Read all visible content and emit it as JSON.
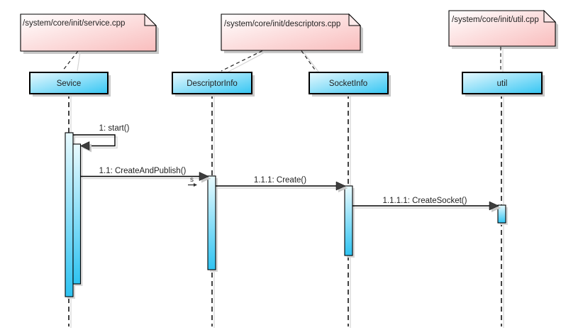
{
  "diagram": {
    "type": "uml-sequence-diagram",
    "notes": [
      {
        "text": "/system/core/init/service.cpp",
        "attached_to": "Sevice"
      },
      {
        "text": "/system/core/init/descriptors.cpp",
        "attached_to": "DescriptorInfo, SocketInfo"
      },
      {
        "text": "/system/core/init/util.cpp",
        "attached_to": "util"
      }
    ],
    "lifelines": [
      {
        "name": "Sevice"
      },
      {
        "name": "DescriptorInfo"
      },
      {
        "name": "SocketInfo"
      },
      {
        "name": "util"
      }
    ],
    "messages": [
      {
        "label": "1: start()",
        "kind": "self-call",
        "from": "Sevice",
        "to": "Sevice"
      },
      {
        "label": "1.1: CreateAndPublish()",
        "kind": "call",
        "from": "Sevice",
        "to": "DescriptorInfo"
      },
      {
        "label": "1.1.1: Create()",
        "kind": "call",
        "from": "DescriptorInfo",
        "to": "SocketInfo"
      },
      {
        "label": "1.1.1.1: CreateSocket()",
        "kind": "call",
        "from": "SocketInfo",
        "to": "util"
      }
    ],
    "decorations": {
      "stereotype_glyph": "s"
    },
    "colors": {
      "background": "#ffffff",
      "note_light": "#ffffff",
      "note_dark": "#f9bdbd",
      "note_fold": "#fdeaea",
      "head_light": "#e9f9fe",
      "head_dark": "#35c6f3",
      "bar_light": "#e9fafe",
      "bar_dark": "#2fc3f1",
      "outline": "#000000",
      "shadow": "#c9c9c9",
      "line_shadow": "#d9d9d9",
      "arrow_fill": "#3d3d3d",
      "arrow_shadow": "#c6c6c6",
      "text": "#1f1f1f"
    }
  }
}
